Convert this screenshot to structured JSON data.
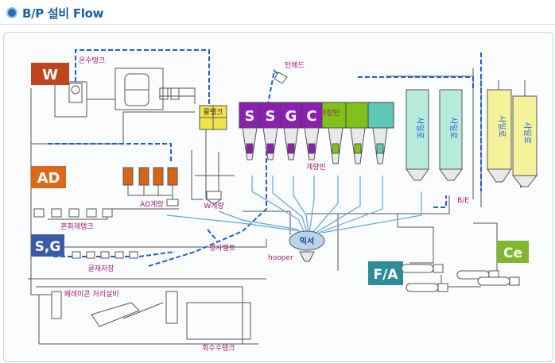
{
  "header": {
    "title": "B/P 설비 Flow"
  },
  "badges": {
    "w": "W",
    "ad": "AD",
    "sg": "S,G",
    "fa": "F/A",
    "ce": "Ce"
  },
  "bins": {
    "s1": "S",
    "s2": "S",
    "g": "G",
    "c": "C"
  },
  "labels": {
    "hot_water_tank": "온수탱크",
    "turn_head": "턴헤드",
    "water_tank": "물탱크",
    "storage_bin": "저장빈",
    "weighing_bin": "계량빈",
    "w_weigh": "W계량",
    "ad_weigh": "AD계량",
    "admix_tank": "혼화제탱크",
    "aggregate_storage": "골재저장",
    "incline_belt": "경사벨트",
    "mixer": "믹서",
    "hooper": "hooper",
    "waste_concrete": "폐레미콘 처리설비",
    "recovered_water_tank": "회수수탱크",
    "be": "B/E",
    "silo1": "사일로",
    "silo2": "사일로",
    "silo3": "사일로",
    "silo4": "사일로"
  },
  "colors": {
    "w": "#c0441c",
    "ad": "#d86a1a",
    "sg": "#3c5aa6",
    "fa": "#2e8b9a",
    "ce": "#7fb82e",
    "bin_purple": "#8a1fb0",
    "bin_green": "#7fc21a",
    "bin_teal": "#5fc7b6",
    "silo_teal": "#b8eadb",
    "silo_yellow": "#f4f29a",
    "water_tank": "#f2e34a",
    "mixer": "#b9d3ee",
    "blue_line": "#1f5fd6",
    "lightblue_line": "#5aa7e6",
    "magenta_text": "#a0207a"
  }
}
